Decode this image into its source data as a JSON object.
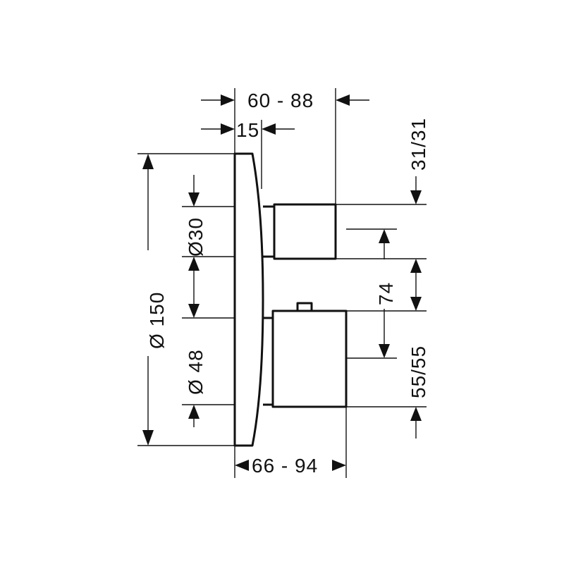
{
  "dimensions": {
    "overall_depth": "60 - 88",
    "plate_thickness": "15",
    "upper_offset": "31/31",
    "upper_knob_diameter": "Ø30",
    "plate_diameter": "Ø 150",
    "lower_knob_diameter": "Ø  48",
    "axis_spacing": "74",
    "lower_offset": "55/55",
    "lower_depth": "66 - 94"
  },
  "colors": {
    "line": "#111111",
    "background": "#ffffff"
  }
}
